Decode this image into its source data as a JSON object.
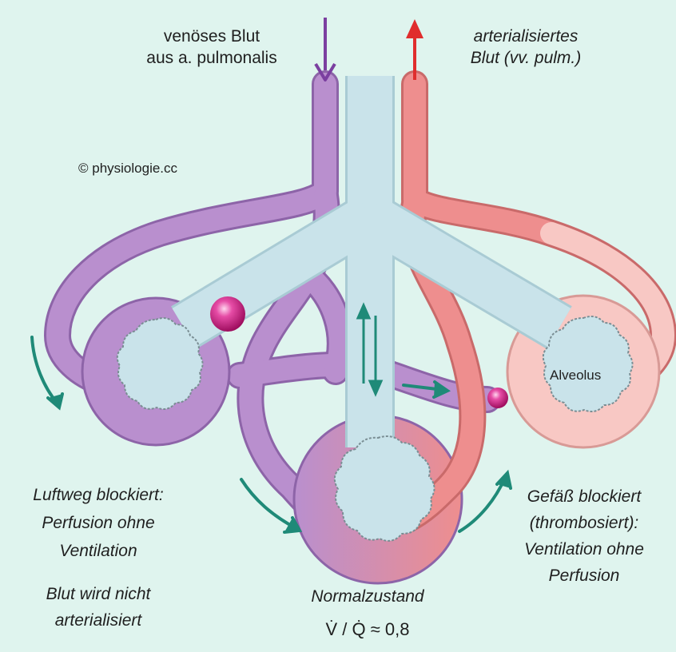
{
  "labels": {
    "venous_line1": "venöses Blut",
    "venous_line2": "aus a. pulmonalis",
    "arterial_line1": "arterialisiertes",
    "arterial_line2": "Blut (vv. pulm.)",
    "copyright": "© physiologie.cc",
    "alveolus": "Alveolus",
    "left_case_line1": "Luftweg blockiert:",
    "left_case_line2": "Perfusion ohne",
    "left_case_line3": "Ventilation",
    "left_result_line1": "Blut wird nicht",
    "left_result_line2": "arterialisiert",
    "center_case": "Normalzustand",
    "center_formula": "V̇ / Q̇  ≈ 0,8",
    "right_case_line1": "Gefäß blockiert",
    "right_case_line2": "(thrombosiert):",
    "right_case_line3": "Ventilation ohne",
    "right_case_line4": "Perfusion"
  },
  "colors": {
    "background": "#dff4ee",
    "airway": "#c9e3ea",
    "venous": "#b98fce",
    "venous_outline": "#8d64a8",
    "arterial": "#ee8e8e",
    "arterial_light": "#f8c8c4",
    "arterial_outline": "#c96a6a",
    "alveolus_fill": "#c9e3ea",
    "arrow_teal": "#1f8a78",
    "arrow_purple": "#7b3fa0",
    "arrow_red": "#e02d2d",
    "embolus": "#d11b86"
  }
}
